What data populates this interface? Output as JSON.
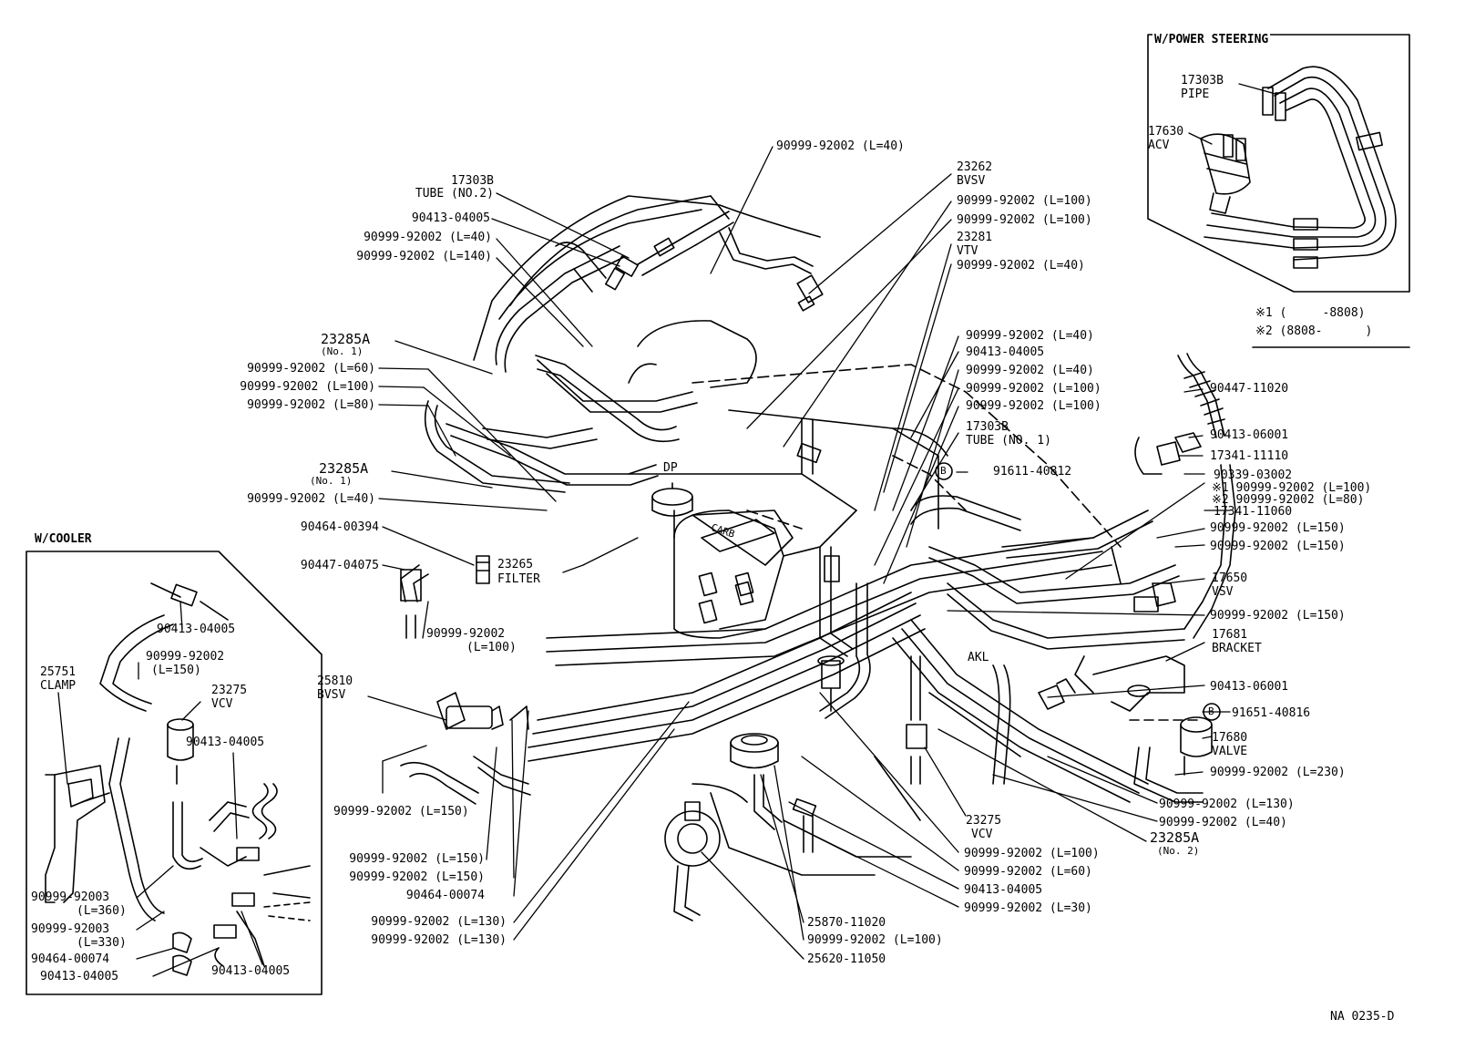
{
  "insets": {
    "power_steering_title": "W/POWER STEERING",
    "cooler_title": "W/COOLER"
  },
  "notes": {
    "note1": "※1 (     -8808)",
    "note2": "※2 (8808-      )"
  },
  "diagram_code": "NA 0235-D",
  "carb_label": "CARB",
  "dp_label": "DP",
  "akl_label": "AKL",
  "labels": {
    "ps_pipe_num": "17303B",
    "ps_pipe_name": "PIPE",
    "ps_acv_num": "17630",
    "ps_acv_name": "ACV",
    "top_hose_40a": "90999-92002 (L=40)",
    "tube2_num": "17303B",
    "tube2_name": "TUBE (NO.2)",
    "c_04005_a": "90413-04005",
    "hose_40b": "90999-92002 (L=40)",
    "hose_140": "90999-92002 (L=140)",
    "bvsv_num": "23262",
    "bvsv_name": "BVSV",
    "hose_100a": "90999-92002 (L=100)",
    "hose_100b": "90999-92002 (L=100)",
    "vtv_num": "23281",
    "vtv_name": "VTV",
    "hose_40c": "90999-92002 (L=40)",
    "a23285_1_num": "23285A",
    "a23285_1_sub": "(No. 1)",
    "hose_60a": "90999-92002 (L=60)",
    "hose_100c": "90999-92002 (L=100)",
    "hose_80": "90999-92002 (L=80)",
    "a23285_2_num": "23285A",
    "a23285_2_sub": "(No. 1)",
    "hose_40d": "90999-92002 (L=40)",
    "c_00394": "90464-00394",
    "c_04075": "90447-04075",
    "filter_num": "23265",
    "filter_name": "FILTER",
    "hose_100d_a": "90999-92002",
    "hose_100d_b": "(L=100)",
    "bvsv2_num": "25810",
    "bvsv2_name": "BVSV",
    "hose_150a": "90999-92002 (L=150)",
    "hose_150b": "90999-92002 (L=150)",
    "hose_150c": "90999-92002 (L=150)",
    "c_00074a": "90464-00074",
    "hose_130a": "90999-92002 (L=130)",
    "hose_130b": "90999-92002 (L=130)",
    "r_hose_40a": "90999-92002 (L=40)",
    "r_c_04005": "90413-04005",
    "r_hose_40b": "90999-92002 (L=40)",
    "r_hose_100a": "90999-92002 (L=100)",
    "r_hose_100b": "90999-92002 (L=100)",
    "tube1_num": "17303B",
    "tube1_name": "TUBE (NO. 1)",
    "b1_letter": "B",
    "b1_part": "91611-40812",
    "c_11020": "90447-11020",
    "c_06001a": "90413-06001",
    "c_11110": "17341-11110",
    "c_03002": "90339-03002",
    "star1_hose": "※1 90999-92002 (L=100)",
    "star2_hose": "※2 90999-92002 (L=80)",
    "c_11060": "17341-11060",
    "r_hose_150a": "90999-92002 (L=150)",
    "r_hose_150b": "90999-92002 (L=150)",
    "vsv_num": "17650",
    "vsv_name": "VSV",
    "r_hose_150c": "90999-92002 (L=150)",
    "bracket_num": "17681",
    "bracket_name": "BRACKET",
    "c_06001b": "90413-06001",
    "b2_letter": "B",
    "b2_part": "91651-40816",
    "valve_num": "17680",
    "valve_name": "VALVE",
    "r_hose_230": "90999-92002 (L=230)",
    "r_hose_130": "90999-92002 (L=130)",
    "r_hose_40c": "90999-92002 (L=40)",
    "a23285_3_num": "23285A",
    "a23285_3_sub": "(No. 2)",
    "vcv_num": "23275",
    "vcv_name": "VCV",
    "b_hose_100": "90999-92002 (L=100)",
    "b_hose_60": "90999-92002 (L=60)",
    "b_c_04005": "90413-04005",
    "b_hose_30": "90999-92002 (L=30)",
    "c_11020b": "25870-11020",
    "b_hose_100b": "90999-92002 (L=100)",
    "c_11050": "25620-11050",
    "cool_c_04005a": "90413-04005",
    "cool_hose_150": "90999-92002",
    "cool_hose_150_sub": "(L=150)",
    "cool_clamp_num": "25751",
    "cool_clamp_name": "CLAMP",
    "cool_vcv_num": "23275",
    "cool_vcv_name": "VCV",
    "cool_c_04005b": "90413-04005",
    "cool_hose_360": "90999-92003",
    "cool_hose_360_sub": "(L=360)",
    "cool_hose_330": "90999-92003",
    "cool_hose_330_sub": "(L=330)",
    "cool_c_00074": "90464-00074",
    "cool_c_04005c": "90413-04005",
    "cool_c_04005d": "90413-04005"
  }
}
